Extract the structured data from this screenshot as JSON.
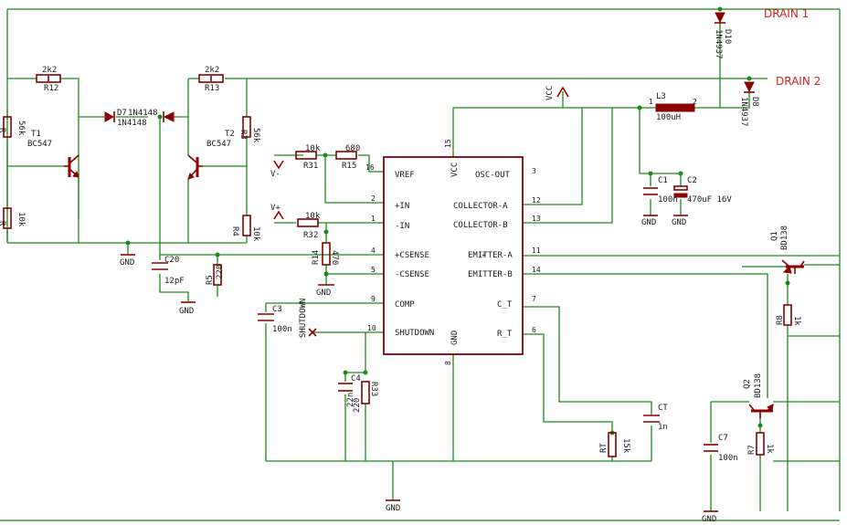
{
  "nets": {
    "drain1": "DRAIN 1",
    "drain2": "DRAIN 2",
    "gnd": "GND",
    "vcc": "VCC",
    "vminus": "V-",
    "vplus": "V+",
    "shutdown": "SHUTDOWN"
  },
  "ic": {
    "left_pins": [
      {
        "num": "16",
        "name": "VREF"
      },
      {
        "num": "2",
        "name": "+IN"
      },
      {
        "num": "1",
        "name": "-IN"
      },
      {
        "num": "4",
        "name": "+CSENSE"
      },
      {
        "num": "5",
        "name": "-CSENSE"
      },
      {
        "num": "9",
        "name": "COMP"
      },
      {
        "num": "10",
        "name": "SHUTDOWN"
      }
    ],
    "right_pins": [
      {
        "num": "3",
        "name": "OSC-OUT"
      },
      {
        "num": "12",
        "name": "COLLECTOR-A"
      },
      {
        "num": "13",
        "name": "COLLECTOR-B"
      },
      {
        "num": "11",
        "name": "EMITTER-A"
      },
      {
        "num": "14",
        "name": "EMITTER-B"
      },
      {
        "num": "7",
        "name": "C_T"
      },
      {
        "num": "6",
        "name": "R_T"
      }
    ],
    "top_pin": {
      "num": "15",
      "name": "VCC"
    },
    "bottom_pin": {
      "num": "8",
      "name": "GND"
    }
  },
  "components": {
    "r12": {
      "name": "R12",
      "value": "2k2"
    },
    "r13": {
      "name": "R13",
      "value": "2k2"
    },
    "r_left1": {
      "name": "R",
      "value": "56k"
    },
    "r_left2": {
      "name": "R",
      "value": "10k"
    },
    "r3": {
      "name": "R3",
      "value": "56k"
    },
    "r4": {
      "name": "R4",
      "value": "10k"
    },
    "t1": {
      "name": "T1",
      "value": "BC547"
    },
    "t2": {
      "name": "T2",
      "value": "BC547"
    },
    "d7": {
      "name": "D7",
      "value": "1N4148"
    },
    "d_b": {
      "name": "",
      "value": "1N4148"
    },
    "c20": {
      "name": "C20",
      "value": "12pF"
    },
    "r5": {
      "name": "R5",
      "value": "220"
    },
    "r31": {
      "name": "R31",
      "value": "10k"
    },
    "r15": {
      "name": "R15",
      "value": "680"
    },
    "r32": {
      "name": "R32",
      "value": "10k"
    },
    "r14": {
      "name": "R14",
      "value": "470"
    },
    "c3": {
      "name": "C3",
      "value": "100n"
    },
    "c4": {
      "name": "C4",
      "value": "22n"
    },
    "r33": {
      "name": "R33",
      "value": "220"
    },
    "rt": {
      "name": "RT",
      "value": "15k"
    },
    "ct": {
      "name": "CT",
      "value": "1n"
    },
    "l3": {
      "name": "L3",
      "value": "100uH",
      "pin1": "1",
      "pin2": "2"
    },
    "c1": {
      "name": "C1",
      "value": "100n"
    },
    "c2": {
      "name": "C2",
      "value": "470uF 16V"
    },
    "d10": {
      "name": "D10",
      "value": "1N4937"
    },
    "d8": {
      "name": "D8",
      "value": "1N4937"
    },
    "q1": {
      "name": "Q1",
      "value": "BD138"
    },
    "q2": {
      "name": "Q2",
      "value": "BD138"
    },
    "r8": {
      "name": "R8",
      "value": "1k"
    },
    "r7": {
      "name": "R7",
      "value": "1k"
    },
    "c7": {
      "name": "C7",
      "value": "100n"
    }
  }
}
